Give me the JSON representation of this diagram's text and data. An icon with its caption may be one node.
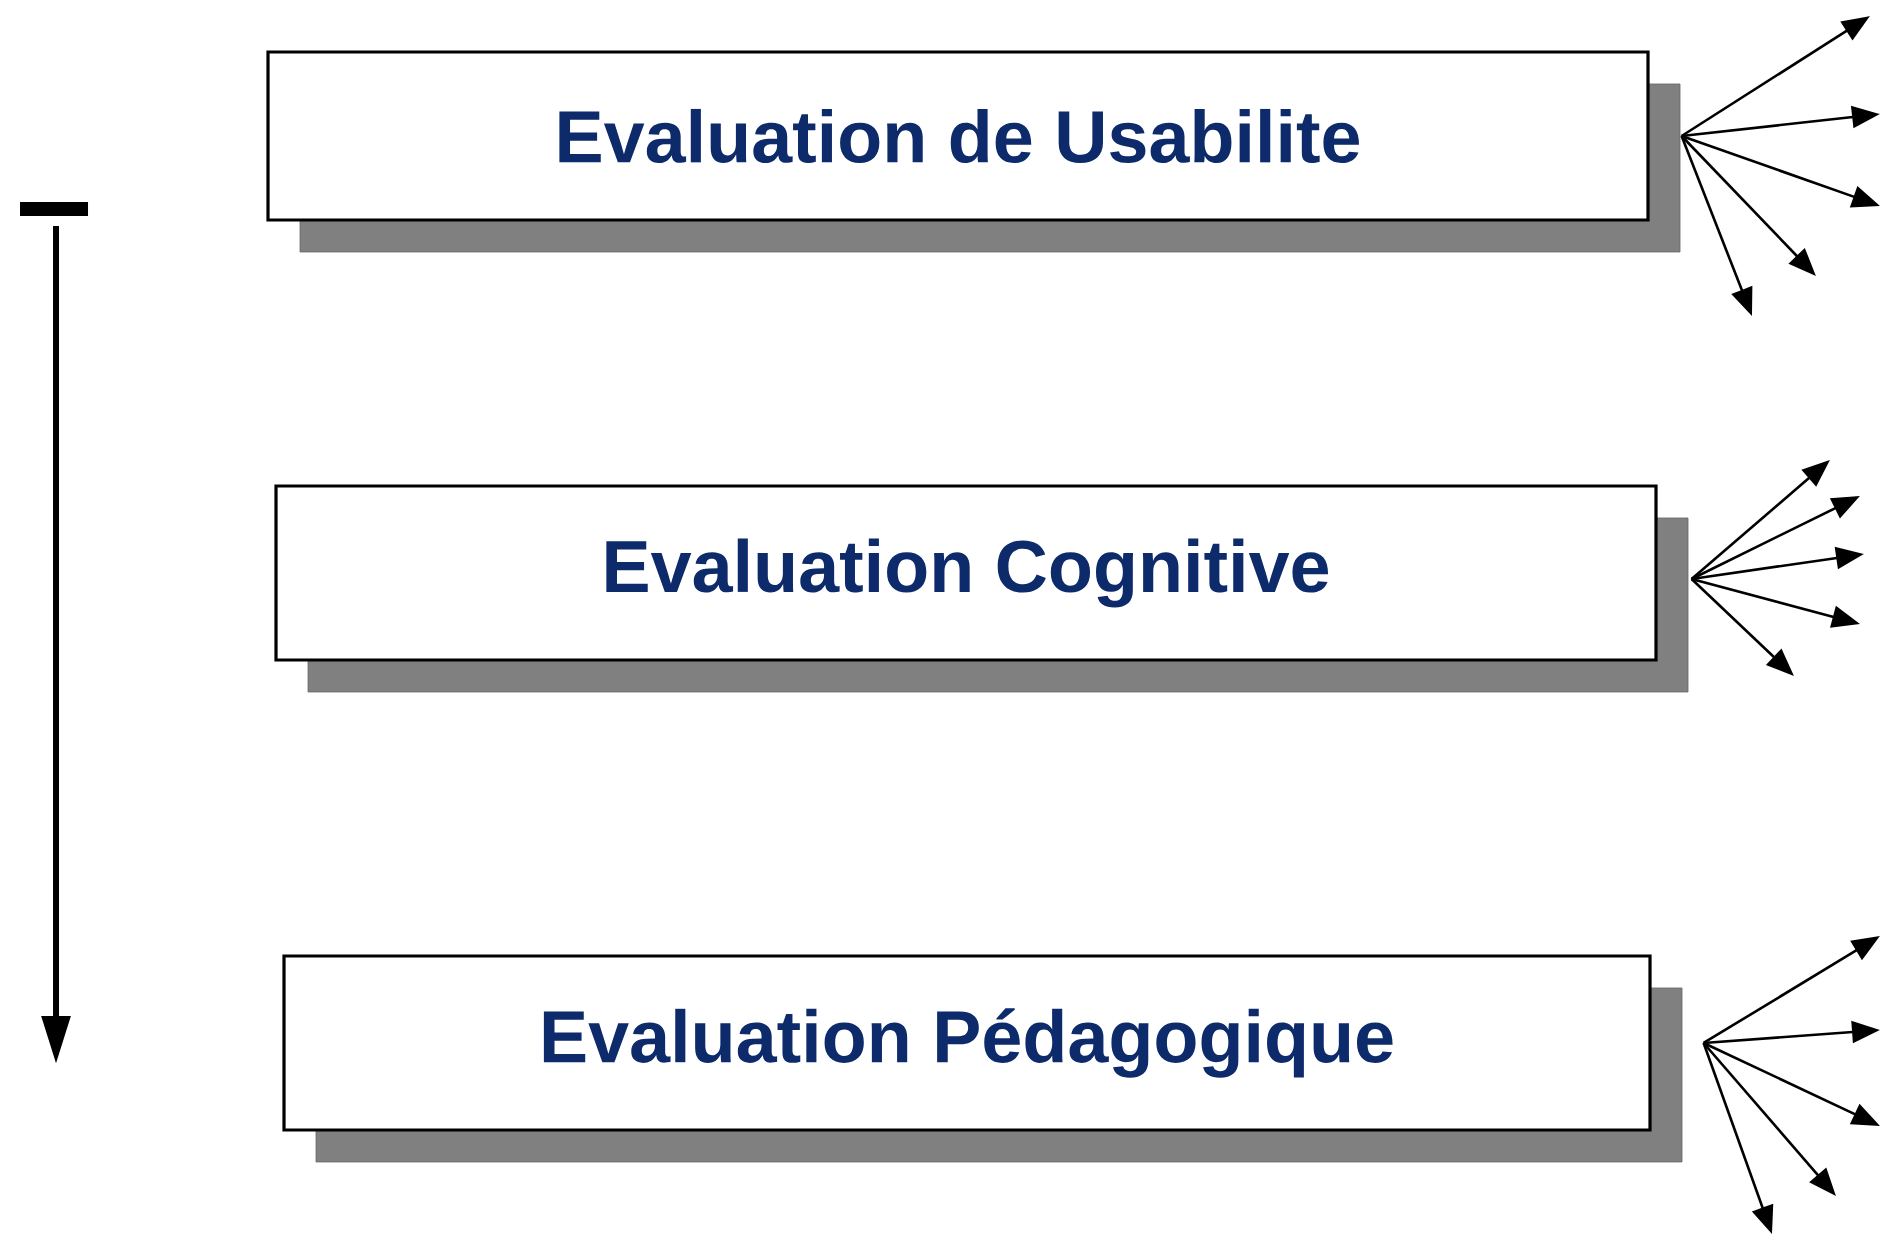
{
  "diagram": {
    "nodes": [
      {
        "text": [
          "Evaluation de Usabilite"
        ]
      },
      {
        "text": [
          "Evaluation Cognitive"
        ]
      },
      {
        "text": [
          "Evaluation Pédagogique"
        ]
      }
    ],
    "edges": [
      {
        "from": 0,
        "to": null,
        "arrow": "to"
      },
      {
        "from": 0,
        "to": null,
        "arrow": "to"
      },
      {
        "from": 0,
        "to": null,
        "arrow": "to"
      },
      {
        "from": 0,
        "to": null,
        "arrow": "to"
      },
      {
        "from": 0,
        "to": null,
        "arrow": "to"
      },
      {
        "from": 1,
        "to": null,
        "arrow": "to"
      },
      {
        "from": 1,
        "to": null,
        "arrow": "to"
      },
      {
        "from": 1,
        "to": null,
        "arrow": "to"
      },
      {
        "from": 1,
        "to": null,
        "arrow": "to"
      },
      {
        "from": 1,
        "to": null,
        "arrow": "to"
      },
      {
        "from": 2,
        "to": null,
        "arrow": "to"
      },
      {
        "from": 2,
        "to": null,
        "arrow": "to"
      },
      {
        "from": 2,
        "to": null,
        "arrow": "to"
      },
      {
        "from": 2,
        "to": null,
        "arrow": "to"
      },
      {
        "from": 2,
        "to": null,
        "arrow": "to"
      }
    ]
  }
}
